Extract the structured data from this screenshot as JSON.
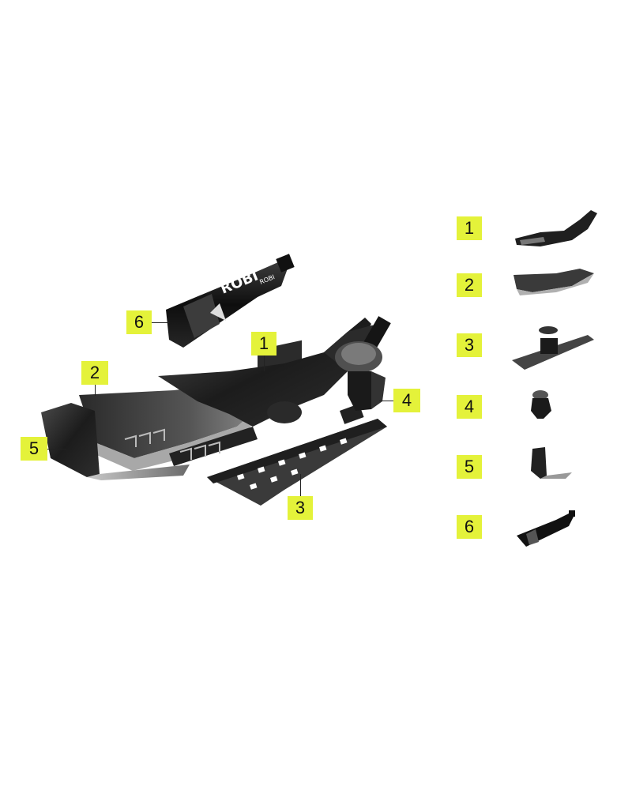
{
  "callouts": [
    {
      "label": "1"
    },
    {
      "label": "2"
    },
    {
      "label": "3"
    },
    {
      "label": "4"
    },
    {
      "label": "5"
    },
    {
      "label": "6"
    }
  ],
  "legend": [
    {
      "label": "1",
      "part_icon": "seat-tray-icon"
    },
    {
      "label": "2",
      "part_icon": "seat-cushion-icon"
    },
    {
      "label": "3",
      "part_icon": "base-plate-icon"
    },
    {
      "label": "4",
      "part_icon": "knob-icon"
    },
    {
      "label": "5",
      "part_icon": "back-plate-icon"
    },
    {
      "label": "6",
      "part_icon": "bottle-icon"
    }
  ],
  "bottle": {
    "brand_text": "ROBI",
    "side_text": "ROBI"
  },
  "colors": {
    "callout_bg": "#e4f23a",
    "part_dark": "#1c1c1c",
    "part_mid": "#3a3a3a",
    "part_light": "#8a8a8a"
  }
}
